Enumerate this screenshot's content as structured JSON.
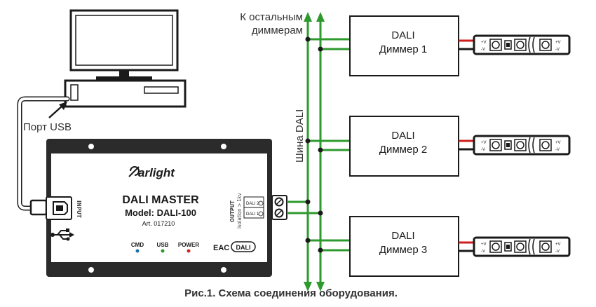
{
  "diagram": {
    "colors": {
      "bus": "#2e9a2e",
      "line": "#1a1a1a",
      "device_fill": "#2b2b2b",
      "red_wire": "#cc1f1f",
      "led_cmd": "#1d6fa8",
      "led_usb": "#2e9a2e",
      "led_power": "#cc2a1f"
    },
    "labels": {
      "other_dimmers_line1": "К остальным",
      "other_dimmers_line2": "диммерам",
      "dali_bus": "Шина DALI",
      "usb_port": "Порт USB",
      "caption": "Рис.1. Схема соединения оборудования."
    },
    "master": {
      "logo_text": "arlight",
      "title": "DALI MASTER",
      "model": "Model: DALI-100",
      "article": "Art. 017210",
      "input_label": "INPUT",
      "output_label": "OUTPUT",
      "isolation_label": "isolation > 1kv",
      "terminal_2": "DALI 2",
      "terminal_1": "DALI 1",
      "indicators": [
        {
          "label": "CMD",
          "color": "#1d6fa8"
        },
        {
          "label": "USB",
          "color": "#2e9a2e"
        },
        {
          "label": "POWER",
          "color": "#cc2a1f"
        }
      ],
      "mark_eac": "EAC",
      "mark_dali": "DALI"
    },
    "dimmers": [
      {
        "line1": "DALI",
        "line2": "Диммер 1"
      },
      {
        "line1": "DALI",
        "line2": "Диммер 2"
      },
      {
        "line1": "DALI",
        "line2": "Диммер 3"
      }
    ],
    "strip": {
      "plus": "+V",
      "minus": "-V"
    }
  }
}
